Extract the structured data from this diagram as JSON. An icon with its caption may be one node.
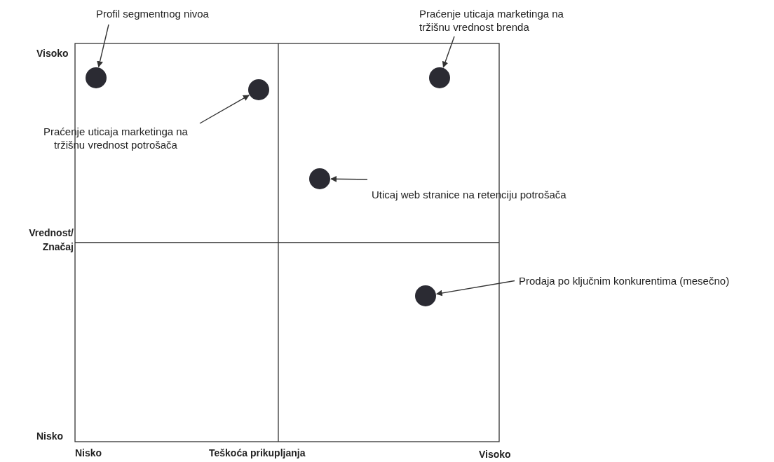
{
  "diagram": {
    "nodes": [
      {
        "text": [
          "Profil segmentnog nivoa"
        ]
      },
      {
        "text": [],
        "shape": "circle"
      },
      {
        "text": [
          "Praćenje uticaja marketinga na tržišnu vrednost brenda"
        ]
      },
      {
        "text": [],
        "shape": "circle"
      },
      {
        "text": [],
        "shape": "circle"
      },
      {
        "text": [
          "Praćenje uticaja marketinga na tržišnu vrednost potrošača"
        ]
      },
      {
        "text": [],
        "shape": "circle"
      },
      {
        "text": [
          "Uticaj web stranice na retenciju potrošača"
        ]
      },
      {
        "text": [
          "Prodaja po ključnim konkurentima (mesečno)"
        ]
      },
      {
        "text": [],
        "shape": "circle"
      }
    ],
    "edges": [
      {
        "from": 0,
        "to": 1,
        "arrow": "to"
      },
      {
        "from": 2,
        "to": 3,
        "arrow": "to"
      },
      {
        "from": 5,
        "to": 4,
        "arrow": "to"
      },
      {
        "from": 7,
        "to": 6,
        "arrow": "to"
      },
      {
        "from": 8,
        "to": 9,
        "arrow": "to"
      }
    ],
    "labels": [
      "Visoko",
      "Vrednost/ Značaj",
      "Nisko",
      "Nisko",
      "Teškoća prikupljanja",
      "Visoko"
    ]
  }
}
